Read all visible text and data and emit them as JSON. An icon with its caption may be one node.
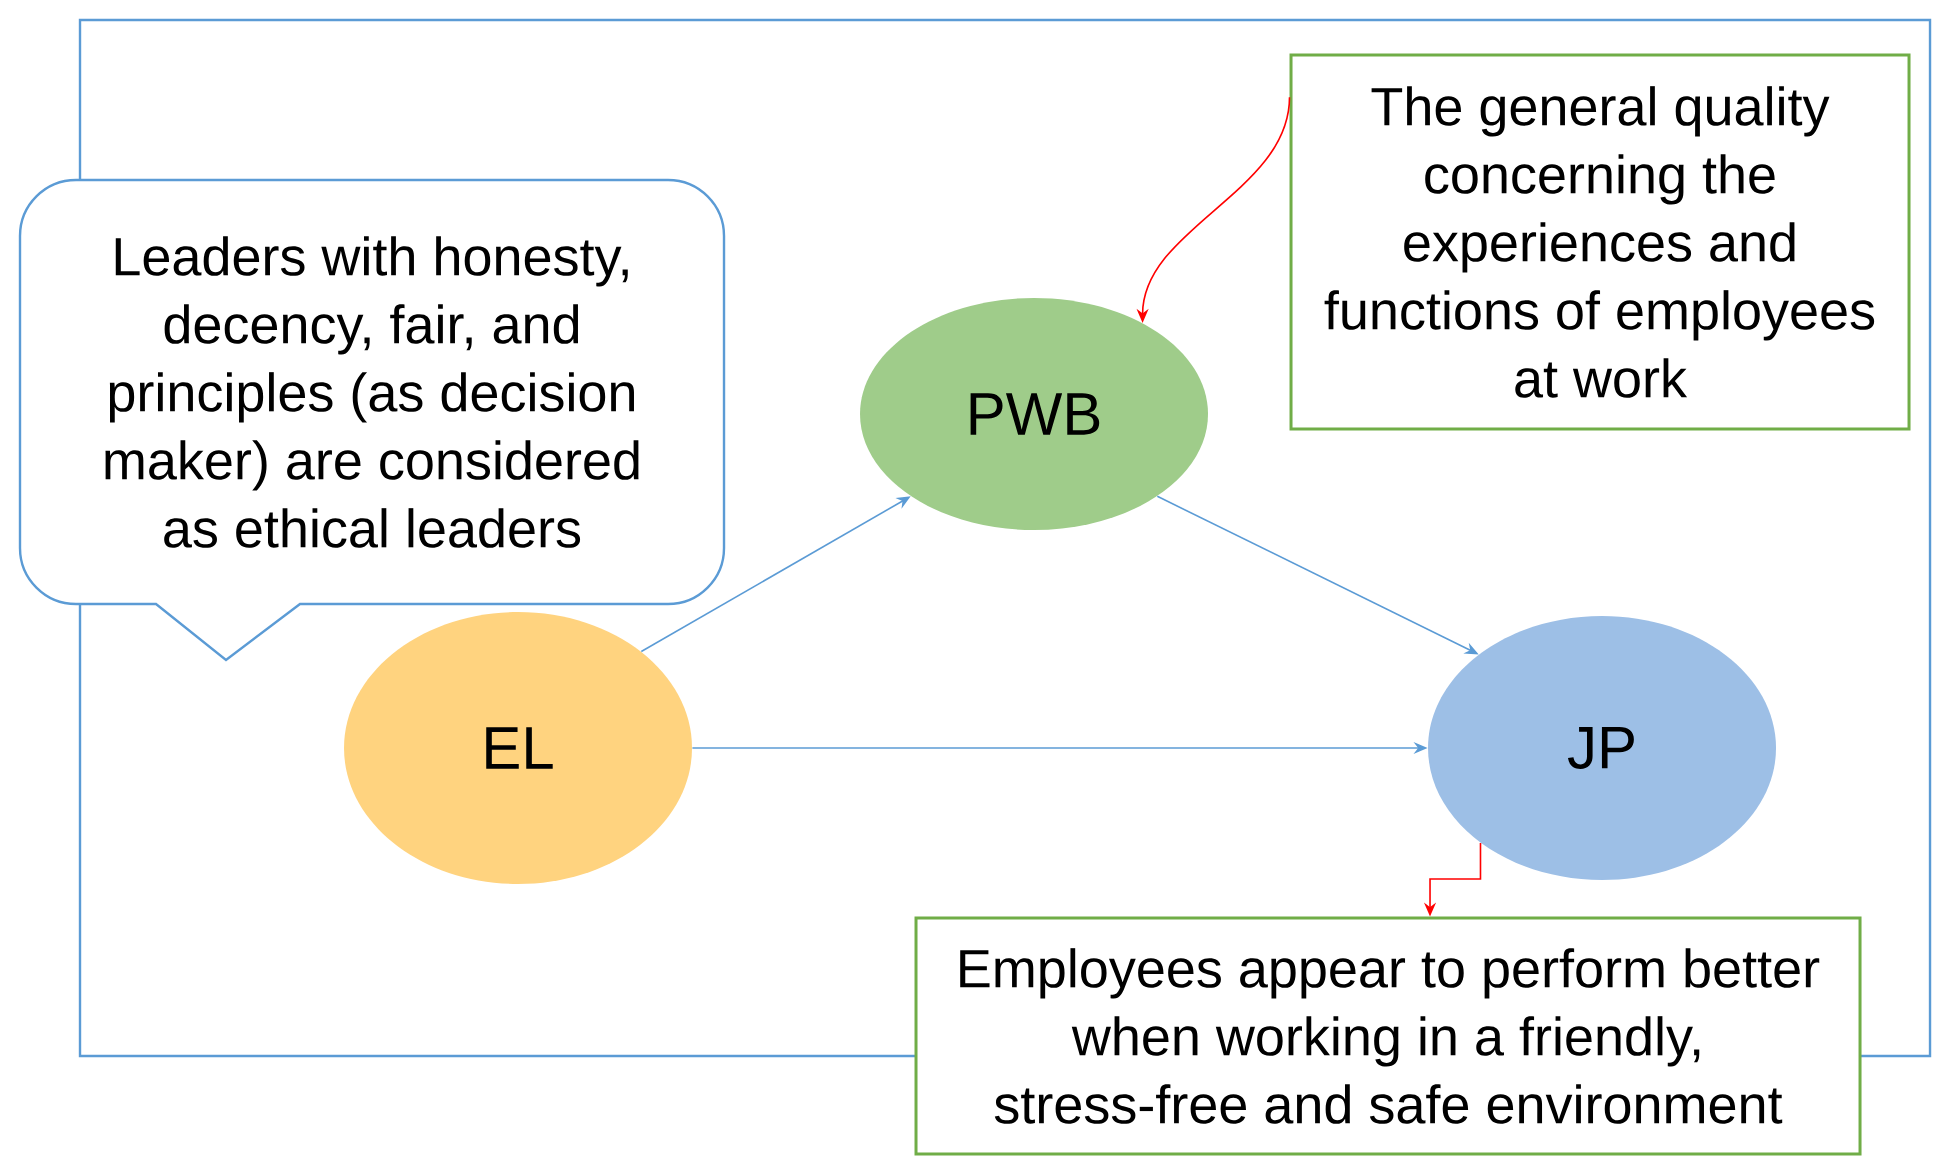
{
  "diagram": {
    "nodes": [
      {
        "text": [
          "Leaders with honesty, decency, fair, and principles (as decision maker) are considered as ethical leaders"
        ]
      },
      {
        "text": [
          "PWB"
        ]
      },
      {
        "text": [
          "EL"
        ]
      },
      {
        "text": [
          "JP"
        ]
      },
      {
        "text": [
          "The general quality concerning the experiences and functions of employees at work"
        ]
      },
      {
        "text": [
          "Employees appear to perform better when working in a friendly, stress-free and safe environment"
        ]
      }
    ],
    "edges": [
      {
        "from": 2,
        "to": 1,
        "arrow": "to"
      },
      {
        "from": 1,
        "to": 3,
        "arrow": "to"
      },
      {
        "from": 2,
        "to": 3,
        "arrow": "to"
      },
      {
        "from": 4,
        "to": 1,
        "arrow": "to",
        "color": "#ff0000"
      },
      {
        "from": 3,
        "to": 5,
        "arrow": "to",
        "color": "#ff0000"
      }
    ]
  }
}
